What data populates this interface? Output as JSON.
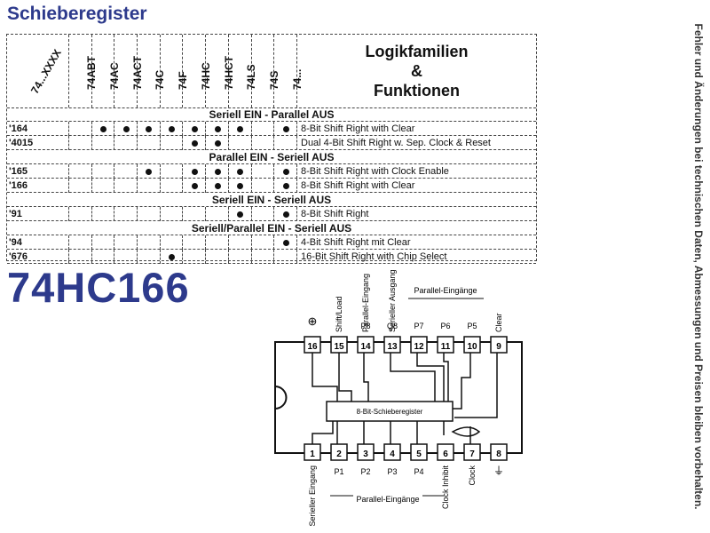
{
  "title": "Schieberegister",
  "side_note": "Fehler und Änderungen bei technischen Daten, Abmessungen und Preisen bleiben vorbehalten.",
  "table": {
    "first_header": "74...XXXX",
    "families": [
      "74ABT",
      "74AC",
      "74ACT",
      "74C",
      "74F",
      "74HC",
      "74HCT",
      "74LS",
      "74S",
      "74..."
    ],
    "function_header": [
      "Logikfamilien",
      "&",
      "Funktionen"
    ],
    "sections": [
      {
        "title": "Seriell EIN - Parallel AUS",
        "rows": [
          {
            "part": "'164",
            "marks": [
              false,
              true,
              true,
              true,
              true,
              true,
              true,
              true,
              false,
              true
            ],
            "function": "8-Bit Shift Right with Clear"
          },
          {
            "part": "'4015",
            "marks": [
              false,
              false,
              false,
              false,
              false,
              true,
              true,
              false,
              false,
              false
            ],
            "function": "Dual 4-Bit Shift Right w. Sep. Clock & Reset"
          }
        ]
      },
      {
        "title": "Parallel EIN - Seriell AUS",
        "rows": [
          {
            "part": "'165",
            "marks": [
              false,
              false,
              false,
              true,
              false,
              true,
              true,
              true,
              false,
              true
            ],
            "function": "8-Bit Shift Right with Clock Enable"
          },
          {
            "part": "'166",
            "marks": [
              false,
              false,
              false,
              false,
              false,
              true,
              true,
              true,
              false,
              true
            ],
            "function": "8-Bit Shift Right with Clear"
          }
        ]
      },
      {
        "title": "Seriell EIN - Seriell AUS",
        "rows": [
          {
            "part": "'91",
            "marks": [
              false,
              false,
              false,
              false,
              false,
              false,
              false,
              true,
              false,
              true
            ],
            "function": "8-Bit Shift Right"
          }
        ]
      },
      {
        "title": "Seriell/Parallel EIN - Seriell AUS",
        "rows": [
          {
            "part": "'94",
            "marks": [
              false,
              false,
              false,
              false,
              false,
              false,
              false,
              false,
              false,
              true
            ],
            "function": "4-Bit Shift Right mit Clear"
          },
          {
            "part": "'676",
            "marks": [
              false,
              false,
              false,
              false,
              true,
              false,
              false,
              false,
              false,
              false
            ],
            "function": "16-Bit Shift Right with Chip Select"
          }
        ]
      }
    ]
  },
  "chip_name": "74HC166",
  "diagram": {
    "top_pins": [
      "16",
      "15",
      "14",
      "13",
      "12",
      "11",
      "10",
      "9"
    ],
    "bottom_pins": [
      "1",
      "2",
      "3",
      "4",
      "5",
      "6",
      "7",
      "8"
    ],
    "top_labels": [
      "⊕",
      "Shift/Load",
      "Parallel-Eingang",
      "Serieller Ausgang",
      "P7",
      "P6",
      "P5",
      "Clear"
    ],
    "top_small": [
      "",
      "",
      "P8",
      "Q8",
      "",
      "",
      "",
      ""
    ],
    "top_group": "Parallel-Eingänge",
    "bottom_labels": [
      "Serieller Eingang",
      "P1",
      "P2",
      "P3",
      "P4",
      "Clock Inhibit",
      "Clock",
      "⏚"
    ],
    "bottom_group": "Parallel-Eingänge",
    "inner_label": "8-Bit-Schieberegister"
  }
}
